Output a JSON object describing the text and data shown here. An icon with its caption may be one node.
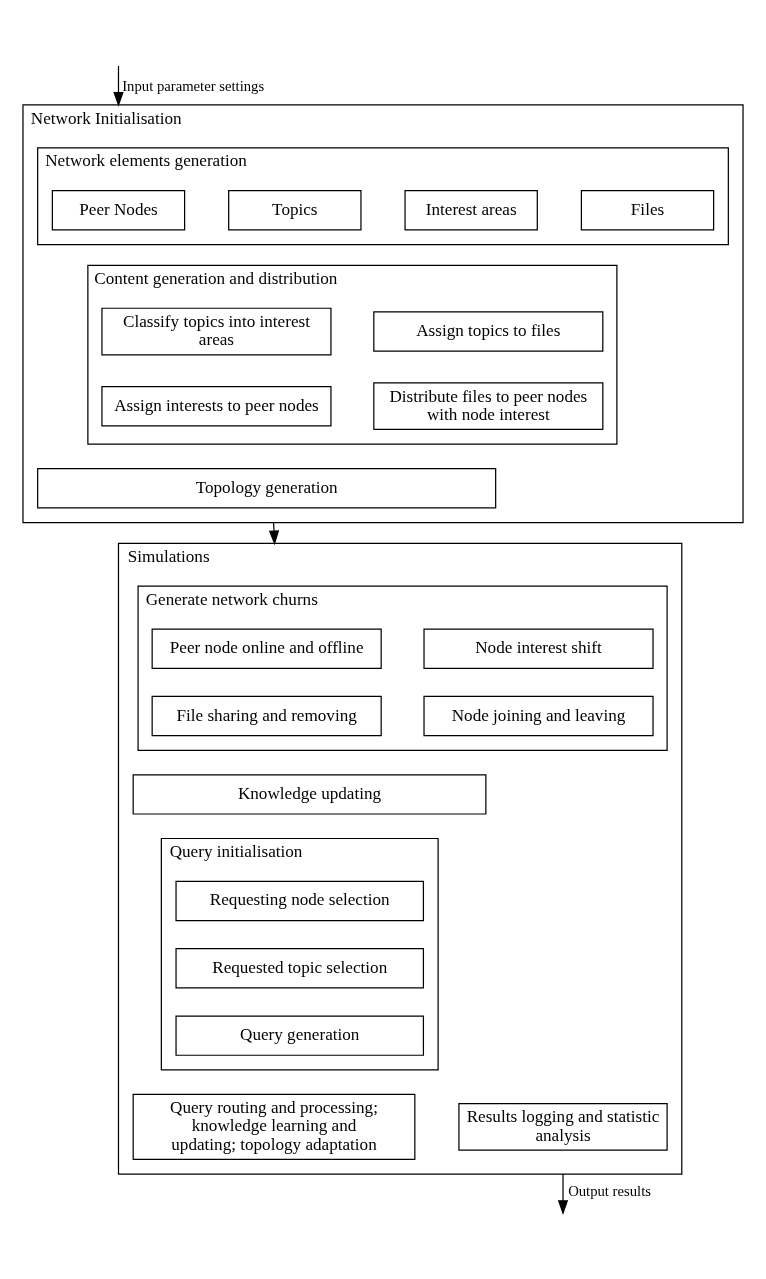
{
  "diagram": {
    "nodes": [
      {
        "text": [
          "Network Initialisation"
        ]
      },
      {
        "text": [
          "Network elements generation"
        ],
        "in": 0
      },
      {
        "text": [
          "Peer Nodes"
        ],
        "in": 1
      },
      {
        "text": [
          "Topics"
        ],
        "in": 1
      },
      {
        "text": [
          "Interest areas"
        ],
        "in": 1
      },
      {
        "text": [
          "Files"
        ],
        "in": 1
      },
      {
        "text": [
          "Content generation and distribution"
        ],
        "in": 0
      },
      {
        "text": [
          "Classify topics into interest areas"
        ],
        "in": 6
      },
      {
        "text": [
          "Assign topics to files"
        ],
        "in": 6
      },
      {
        "text": [
          "Assign interests to peer nodes"
        ],
        "in": 6
      },
      {
        "text": [
          "Distribute files to peer nodes with node interest"
        ],
        "in": 6
      },
      {
        "text": [
          "Topology generation"
        ],
        "in": 0
      },
      {
        "text": [
          "Simulations"
        ]
      },
      {
        "text": [
          "Generate network churns"
        ],
        "in": 12
      },
      {
        "text": [
          "Peer node online and offline"
        ],
        "in": 13
      },
      {
        "text": [
          "Node interest shift"
        ],
        "in": 13
      },
      {
        "text": [
          "File sharing and removing"
        ],
        "in": 13
      },
      {
        "text": [
          "Node joining and leaving"
        ],
        "in": 13
      },
      {
        "text": [
          "Knowledge updating"
        ],
        "in": 12
      },
      {
        "text": [
          "Query initialisation"
        ],
        "in": 12
      },
      {
        "text": [
          "Requesting node selection"
        ],
        "in": 19
      },
      {
        "text": [
          "Requested topic selection"
        ],
        "in": 19
      },
      {
        "text": [
          "Query generation"
        ],
        "in": 19
      },
      {
        "text": [
          "Query routing and processing; knowledge learning and updating; topology adaptation"
        ],
        "in": 12
      },
      {
        "text": [
          "Results logging and statistic analysis"
        ],
        "in": 12
      }
    ],
    "edges": [
      {
        "from": null,
        "to": 0,
        "arrow": "to",
        "label": "Input parameter settings"
      },
      {
        "from": 0,
        "to": 12,
        "arrow": "to"
      },
      {
        "from": 12,
        "to": null,
        "arrow": "to",
        "label": "Output results"
      }
    ]
  }
}
